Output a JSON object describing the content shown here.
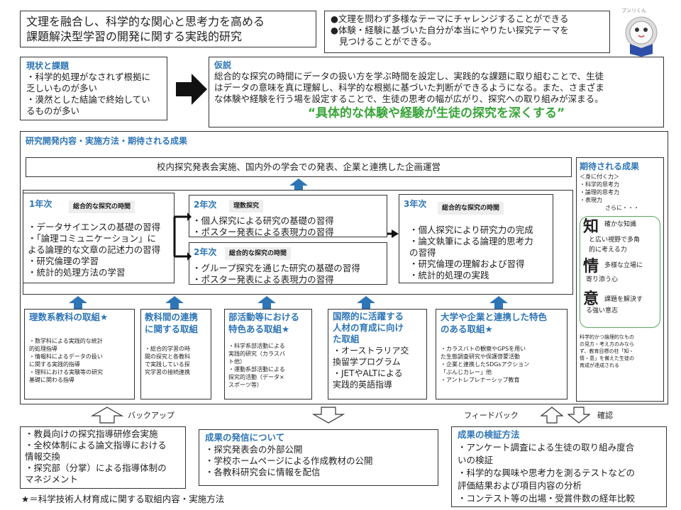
{
  "title": {
    "line1": "文理を融合し、科学的な関心と思考力を高める",
    "line2": "課題解決型学習の開発に関する実践的研究"
  },
  "goals": [
    "●文理を問わず多様なテーマにチャレンジすることができる",
    "●体験・経験に基づいた自分が本当にやりたい探究テーマを",
    "見つけることができる。"
  ],
  "mascot": {
    "name": "ブンリくん",
    "icon": "mascot-character-icon"
  },
  "current": {
    "heading": "現状と課題",
    "lines": [
      "・科学的処理がなされず根拠に",
      "乏しいものが多い",
      "・漠然とした結論で終始してい",
      "るものが多い"
    ]
  },
  "hypothesis": {
    "heading": "仮説",
    "lines": [
      "総合的な探究の時間にデータの扱い方を学ぶ時間を設定し、実践的な課題に取り組むことで、生徒",
      "はデータの意味を真に理解し、科学的な根拠に基づいた判断ができるようになる。また、さまざま",
      "な体験や経験を行う場を設定することで、生徒の思考の幅が広がり、探究への取り組みが深まる。"
    ],
    "slogan": "“具体的な体験や経験が生徒の探究を深くする”"
  },
  "research": {
    "heading": "研究開発内容・実施方法・期待される成果",
    "topbar": "校内探究発表会実施、国内外の学会での発表、企業と連携した企画運営"
  },
  "year1": {
    "label": "1年次",
    "tag": "総合的な探究の時間",
    "lines": [
      "・データサイエンスの基礎の習得",
      "・「論理コミュニケーション」に",
      "よる論理的な文章の記述力の習得",
      "・研究倫理の学習",
      "・統計的処理方法の学習"
    ]
  },
  "year2a": {
    "label": "2年次",
    "tag": "理数探究",
    "lines": [
      "・個人探究による研究の基礎の習得",
      "・ポスター発表による表現力の習得"
    ]
  },
  "year2b": {
    "label": "2年次",
    "tag": "総合的な探究の時間",
    "lines": [
      "・グループ探究を通じた研究の基礎の習得",
      "・ポスター発表による表現力の習得"
    ]
  },
  "year3": {
    "label": "3年次",
    "tag": "総合的な探究の時間",
    "lines": [
      "・個人探究により研究力の完成",
      "・論文執筆による論理的思考力",
      "の習得",
      "・研究倫理の理解および習得",
      "・統計的処理の実践"
    ]
  },
  "initiatives": [
    {
      "title": [
        "理数系教科の取組★"
      ],
      "items": [
        "・数学科による実践的な統計",
        "的処理指導",
        "・情報科によるデータの扱い",
        "に関する実践的指導",
        "・理科における実験等の研究",
        "基礎に関わる指導"
      ]
    },
    {
      "title": [
        "教科間の連携",
        "に関する取組"
      ],
      "items": [
        "・総合的学習の時",
        "間の探究と各教科",
        "で実践している探",
        "究学習の接続連携"
      ]
    },
    {
      "title": [
        "部活動等における",
        "特色ある取組★"
      ],
      "items": [
        "・科学系部活動による",
        "実践的研究（カラスバ",
        "ト他）",
        "・運動系部活動による",
        "探究的活動（データ×",
        "スポーツ等）"
      ]
    },
    {
      "title": [
        "国際的に活躍する",
        "人材の育成に向け",
        "た取組"
      ],
      "items": [
        "・オーストラリア交",
        "換留学プログラム",
        "・JETやALTによる",
        "実践的英語指導"
      ]
    },
    {
      "title": [
        "大学や企業と連携した特色",
        "のある取組★"
      ],
      "items": [
        "・カラスバトの観察やGPSを用い",
        "た生態調査研究や保護啓蒙活動",
        "・企業と連携したSDGsアクション",
        "「ぶんじカレー」他",
        "・アントレプレナーシップ教育"
      ]
    }
  ],
  "expected": {
    "heading": "期待される成果",
    "lines": [
      "＜身に付く力＞",
      "・科学的思考力",
      "・論理的思考力",
      "・表現力"
    ],
    "more": "さらに・・・",
    "chi": {
      "char": "知",
      "text": [
        "確かな知識",
        "と広い視野で多角",
        "的に考える力"
      ]
    },
    "jou": {
      "char": "情",
      "text": [
        "多様な立場に",
        "寄り添う心"
      ]
    },
    "i": {
      "char": "意",
      "text": [
        "課題を解決す",
        "る強い意志"
      ]
    },
    "note": [
      "科学的かつ論理的なもの",
      "の見方・考え方のみなら",
      "ず、教育目標の柱「知・",
      "情・意」を備えた生徒の",
      "育成が達成される"
    ]
  },
  "backup_label": "バックアップ",
  "feedback_label": "フィードバック",
  "confirm_label": "確認",
  "backup": {
    "lines": [
      "・教員向けの探究指導研修会実施",
      "・全校体制による論文指導における",
      "情報交換",
      "・探究部（分掌）による指導体制の",
      "マネジメント"
    ]
  },
  "dissemination": {
    "heading": "成果の発信について",
    "lines": [
      "・探究発表会の外部公開",
      "・学校ホームページによる作成教材の公開",
      "・各教科研究会に情報を配信"
    ]
  },
  "verification": {
    "heading": "成果の検証方法",
    "lines": [
      "・アンケート調査による生徒の取り組み度合",
      "いの検証",
      "・科学的な興味や思考力を測るテストなどの",
      "評価結果および項目内容の分析",
      "・コンテスト等の出場・受賞件数の経年比較"
    ]
  },
  "footnote": "★＝科学技術人材育成に関する取組内容・実施方法",
  "colors": {
    "accent": "#2e75b6",
    "slogan": "#3aa43a",
    "frame": "#5aa55a"
  }
}
